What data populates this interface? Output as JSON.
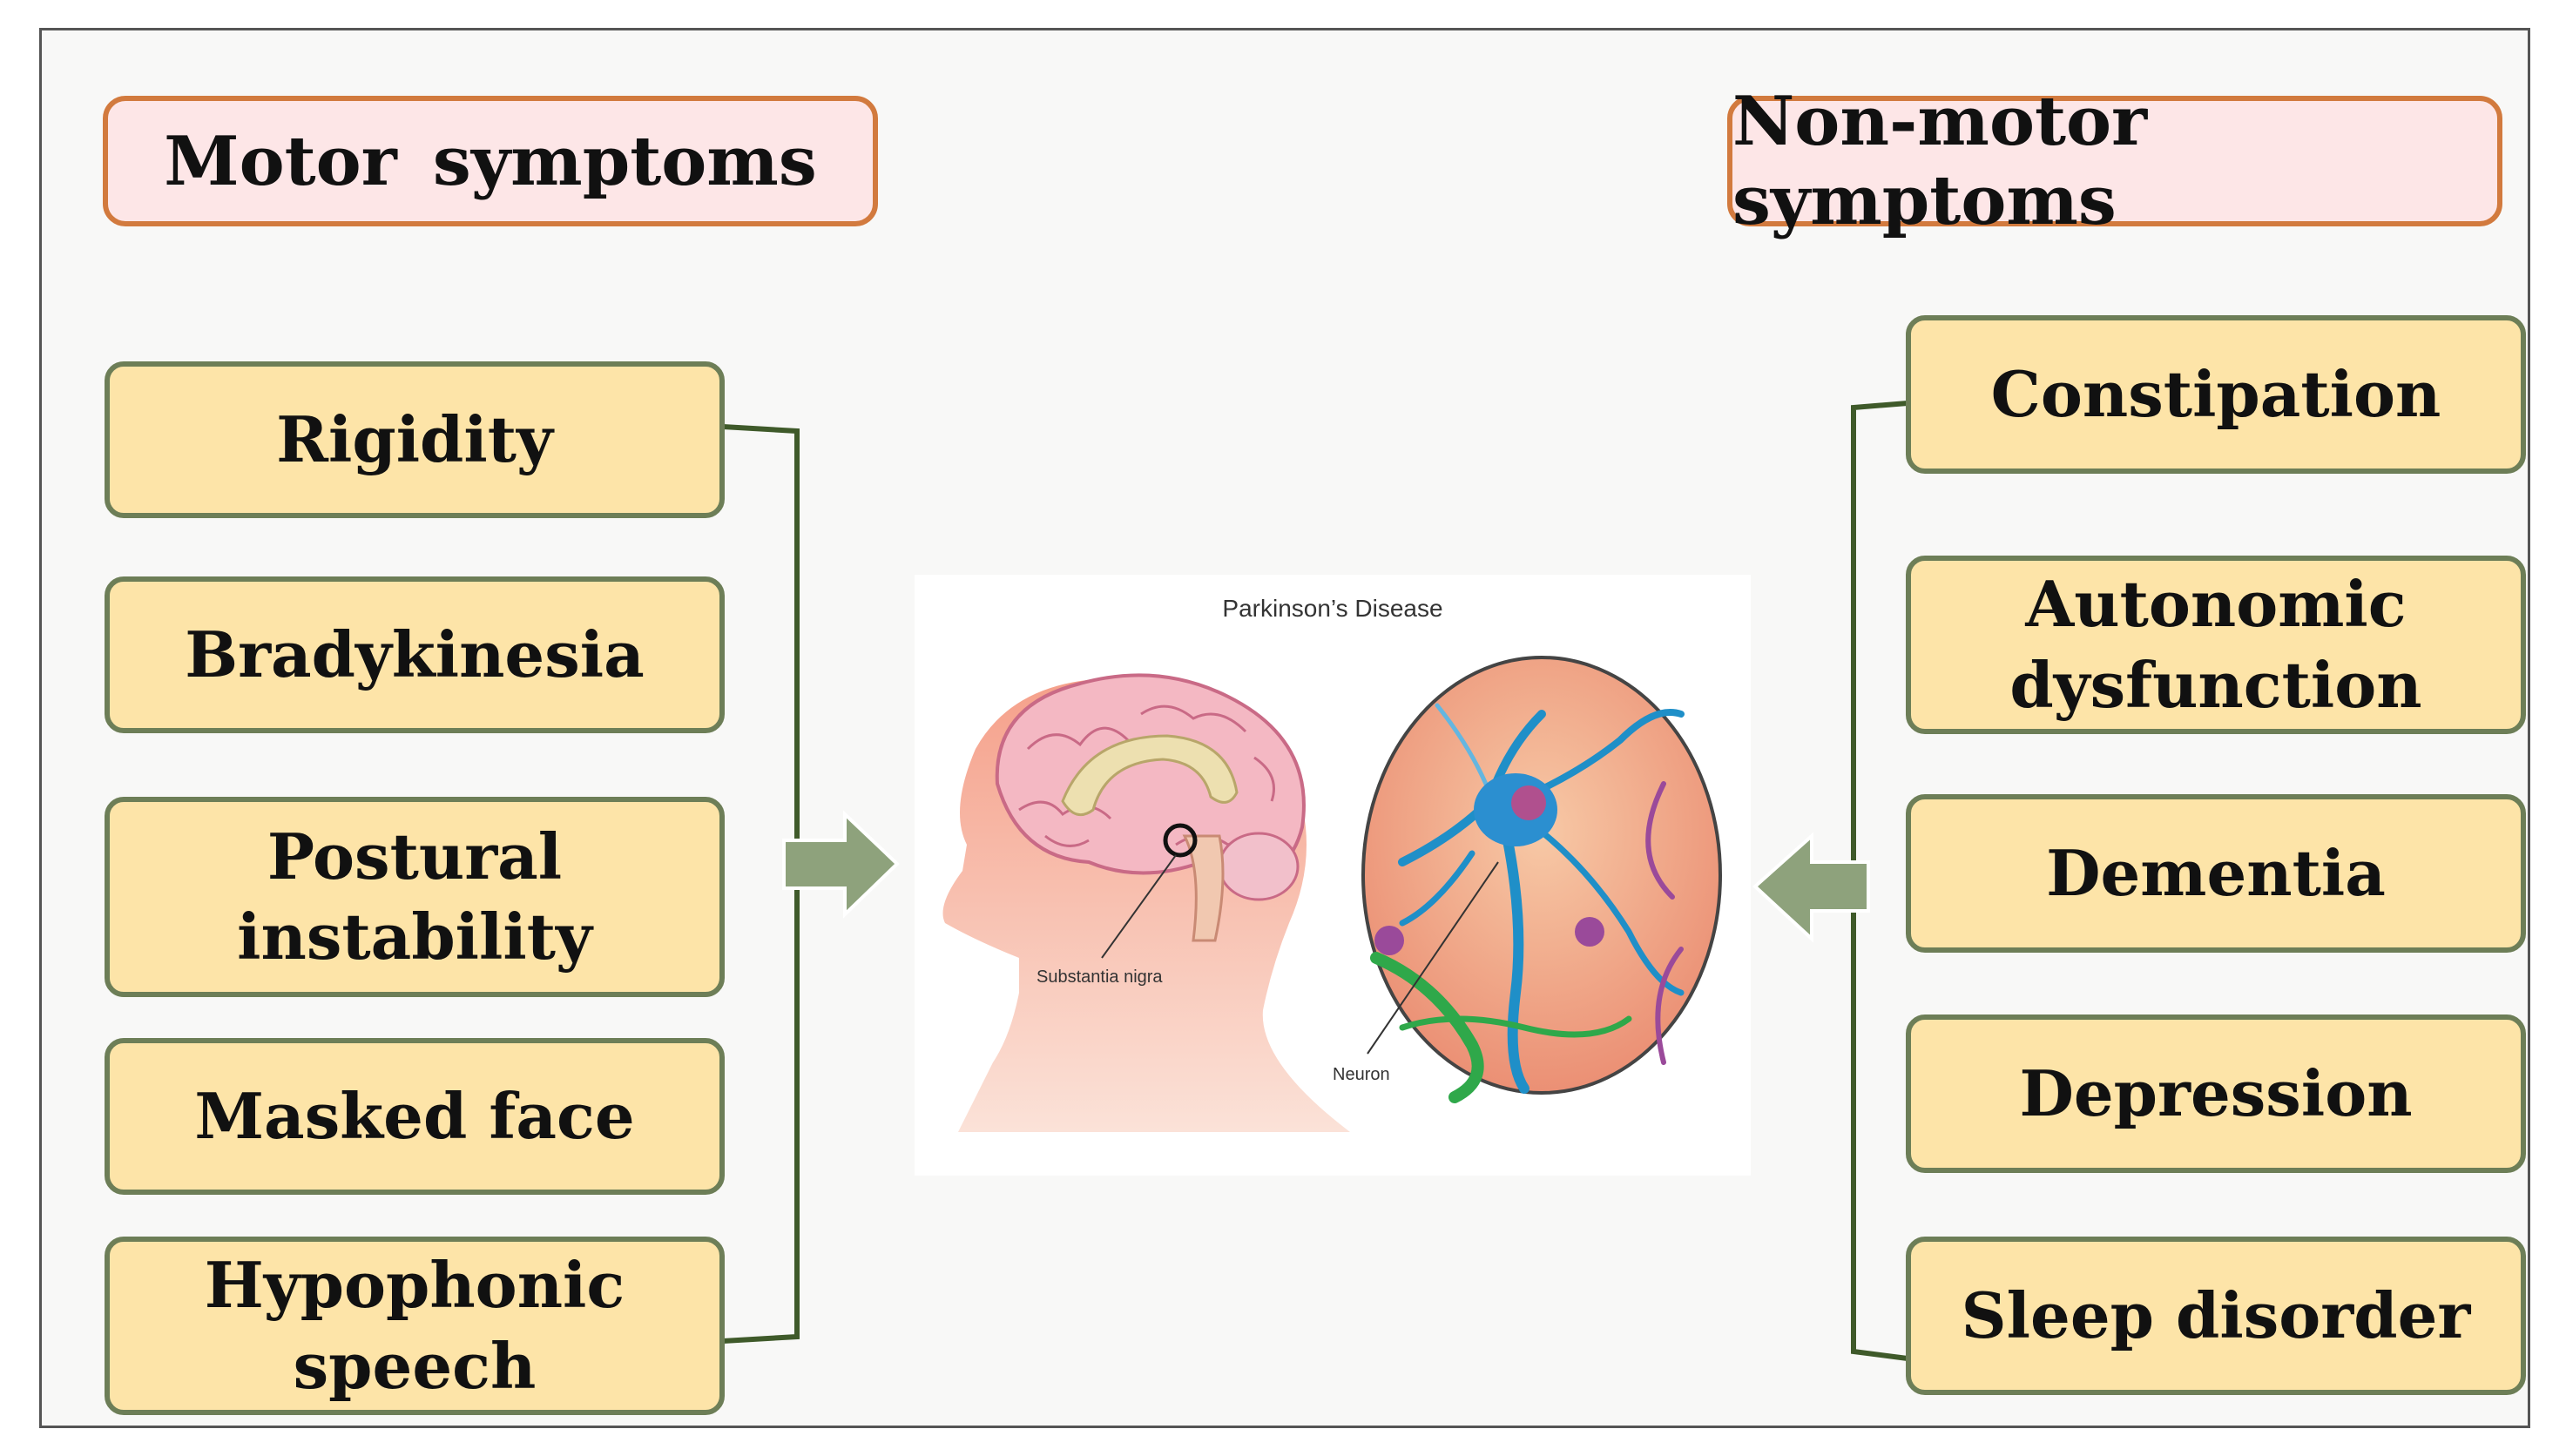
{
  "motor": {
    "header": "Motor symptoms",
    "items": [
      {
        "lines": [
          "Rigidity"
        ]
      },
      {
        "lines": [
          "Bradykinesia"
        ]
      },
      {
        "lines": [
          "Postural",
          "instability"
        ]
      },
      {
        "lines": [
          "Masked face"
        ]
      },
      {
        "lines": [
          "Hypophonic",
          "speech"
        ]
      }
    ]
  },
  "nonmotor": {
    "header": "Non-motor symptoms",
    "items": [
      {
        "lines": [
          "Constipation"
        ]
      },
      {
        "lines": [
          "Autonomic",
          "dysfunction"
        ]
      },
      {
        "lines": [
          "Dementia"
        ]
      },
      {
        "lines": [
          "Depression"
        ]
      },
      {
        "lines": [
          "Sleep disorder"
        ]
      }
    ]
  },
  "illustration": {
    "title": "Parkinson’s Disease",
    "label_substantia": "Substantia nigra",
    "label_neuron": "Neuron"
  },
  "colors": {
    "header_fill": "#fde6e7",
    "header_border": "#d27a3e",
    "box_fill": "#fde4a8",
    "box_border": "#6d7e57",
    "connector": "#3f5a2a",
    "arrow_fill": "#8ea27c"
  }
}
